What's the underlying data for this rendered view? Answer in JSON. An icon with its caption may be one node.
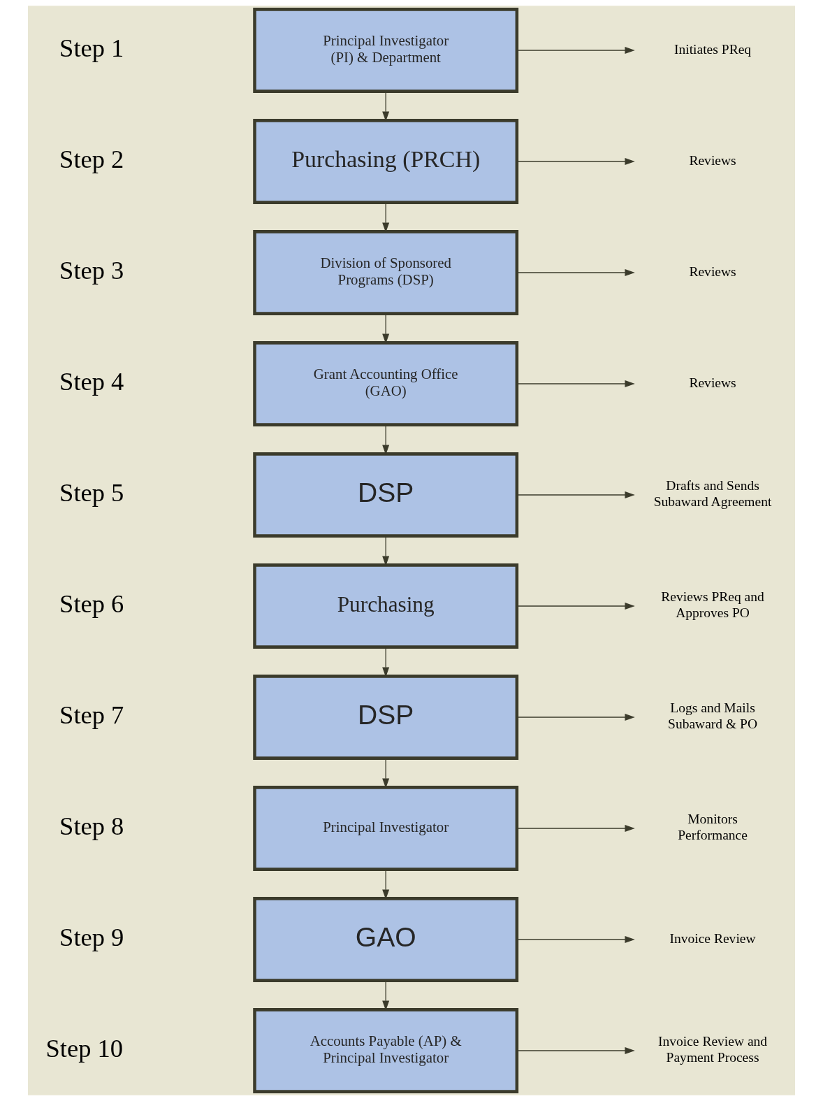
{
  "diagram": {
    "nodes": [
      {
        "text": [
          "Principal Investigator (PI) & Department"
        ]
      },
      {
        "text": [
          "Initiates PReq"
        ]
      },
      {
        "text": [
          "Purchasing (PRCH)"
        ]
      },
      {
        "text": [
          "Reviews"
        ]
      },
      {
        "text": [
          "Division of Sponsored Programs (DSP)"
        ]
      },
      {
        "text": [
          "Reviews"
        ]
      },
      {
        "text": [
          "Grant Accounting Office (GAO)"
        ]
      },
      {
        "text": [
          "Reviews"
        ]
      },
      {
        "text": [
          "DSP"
        ]
      },
      {
        "text": [
          "Drafts and Sends Subaward Agreement"
        ]
      },
      {
        "text": [
          "Purchasing"
        ]
      },
      {
        "text": [
          "Reviews PReq and Approves PO"
        ]
      },
      {
        "text": [
          "DSP"
        ]
      },
      {
        "text": [
          "Logs and Mails Subaward & PO"
        ]
      },
      {
        "text": [
          "Principal Investigator"
        ]
      },
      {
        "text": [
          "Monitors Performance"
        ]
      },
      {
        "text": [
          "GAO"
        ]
      },
      {
        "text": [
          "Invoice Review"
        ]
      },
      {
        "text": [
          "Accounts Payable (AP) & Principal Investigator"
        ]
      },
      {
        "text": [
          "Invoice Review and Payment Process"
        ]
      }
    ],
    "edges": [
      {
        "from": 0,
        "to": 1,
        "arrow": "to"
      },
      {
        "from": 0,
        "to": 2,
        "arrow": "to"
      },
      {
        "from": 2,
        "to": 3,
        "arrow": "to"
      },
      {
        "from": 2,
        "to": 4,
        "arrow": "to"
      },
      {
        "from": 4,
        "to": 5,
        "arrow": "to"
      },
      {
        "from": 4,
        "to": 6,
        "arrow": "to"
      },
      {
        "from": 6,
        "to": 7,
        "arrow": "to"
      },
      {
        "from": 6,
        "to": 8,
        "arrow": "to"
      },
      {
        "from": 8,
        "to": 9,
        "arrow": "to"
      },
      {
        "from": 8,
        "to": 10,
        "arrow": "to"
      },
      {
        "from": 10,
        "to": 11,
        "arrow": "to"
      },
      {
        "from": 10,
        "to": 12,
        "arrow": "to"
      },
      {
        "from": 12,
        "to": 13,
        "arrow": "to"
      },
      {
        "from": 12,
        "to": 14,
        "arrow": "to"
      },
      {
        "from": 14,
        "to": 15,
        "arrow": "to"
      },
      {
        "from": 14,
        "to": 16,
        "arrow": "to"
      },
      {
        "from": 16,
        "to": 17,
        "arrow": "to"
      },
      {
        "from": 16,
        "to": 18,
        "arrow": "to"
      },
      {
        "from": 18,
        "to": 19,
        "arrow": "to"
      }
    ],
    "labels": [
      "Step 1",
      "Step 2",
      "Step 3",
      "Step 4",
      "Step 5",
      "Step 6",
      "Step 7",
      "Step 8",
      "Step 9",
      "Step 10"
    ]
  }
}
